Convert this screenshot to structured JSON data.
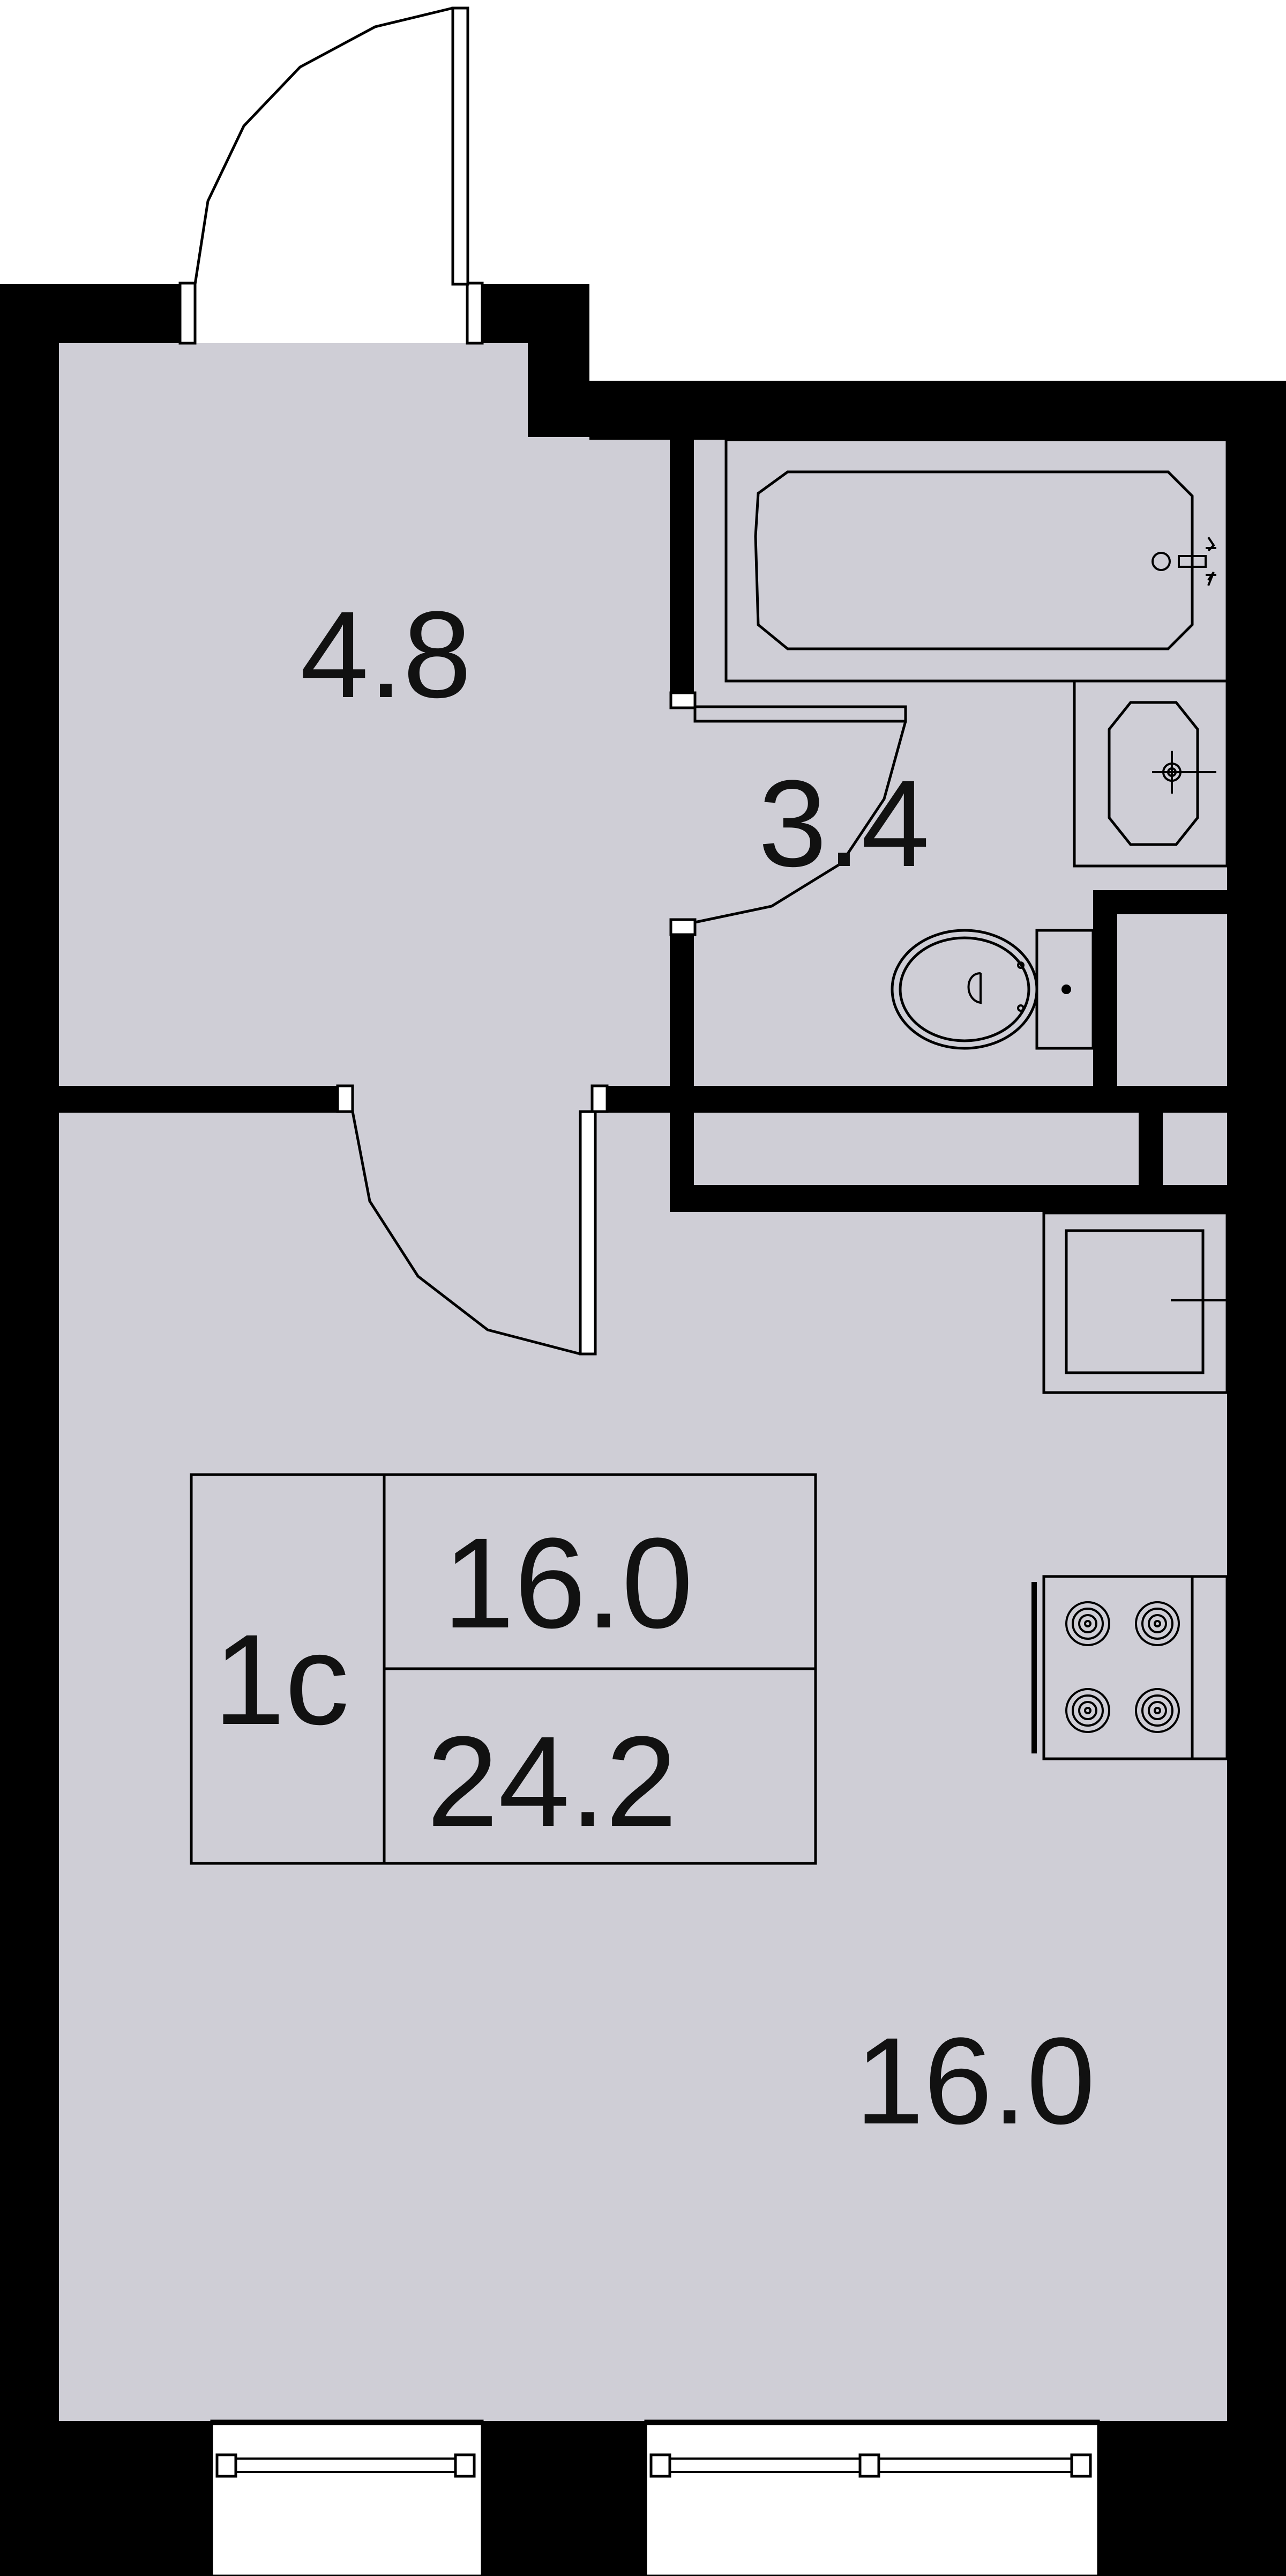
{
  "plan": {
    "rooms": [
      {
        "id": "hallway",
        "area": "4.8"
      },
      {
        "id": "bathroom",
        "area": "3.4"
      },
      {
        "id": "living",
        "area": "16.0"
      }
    ],
    "summary": {
      "type": "1с",
      "living_area": "16.0",
      "total_area": "24.2"
    },
    "colors": {
      "floor": "#cfced6",
      "wall": "#000000",
      "background": "#ffffff"
    }
  }
}
